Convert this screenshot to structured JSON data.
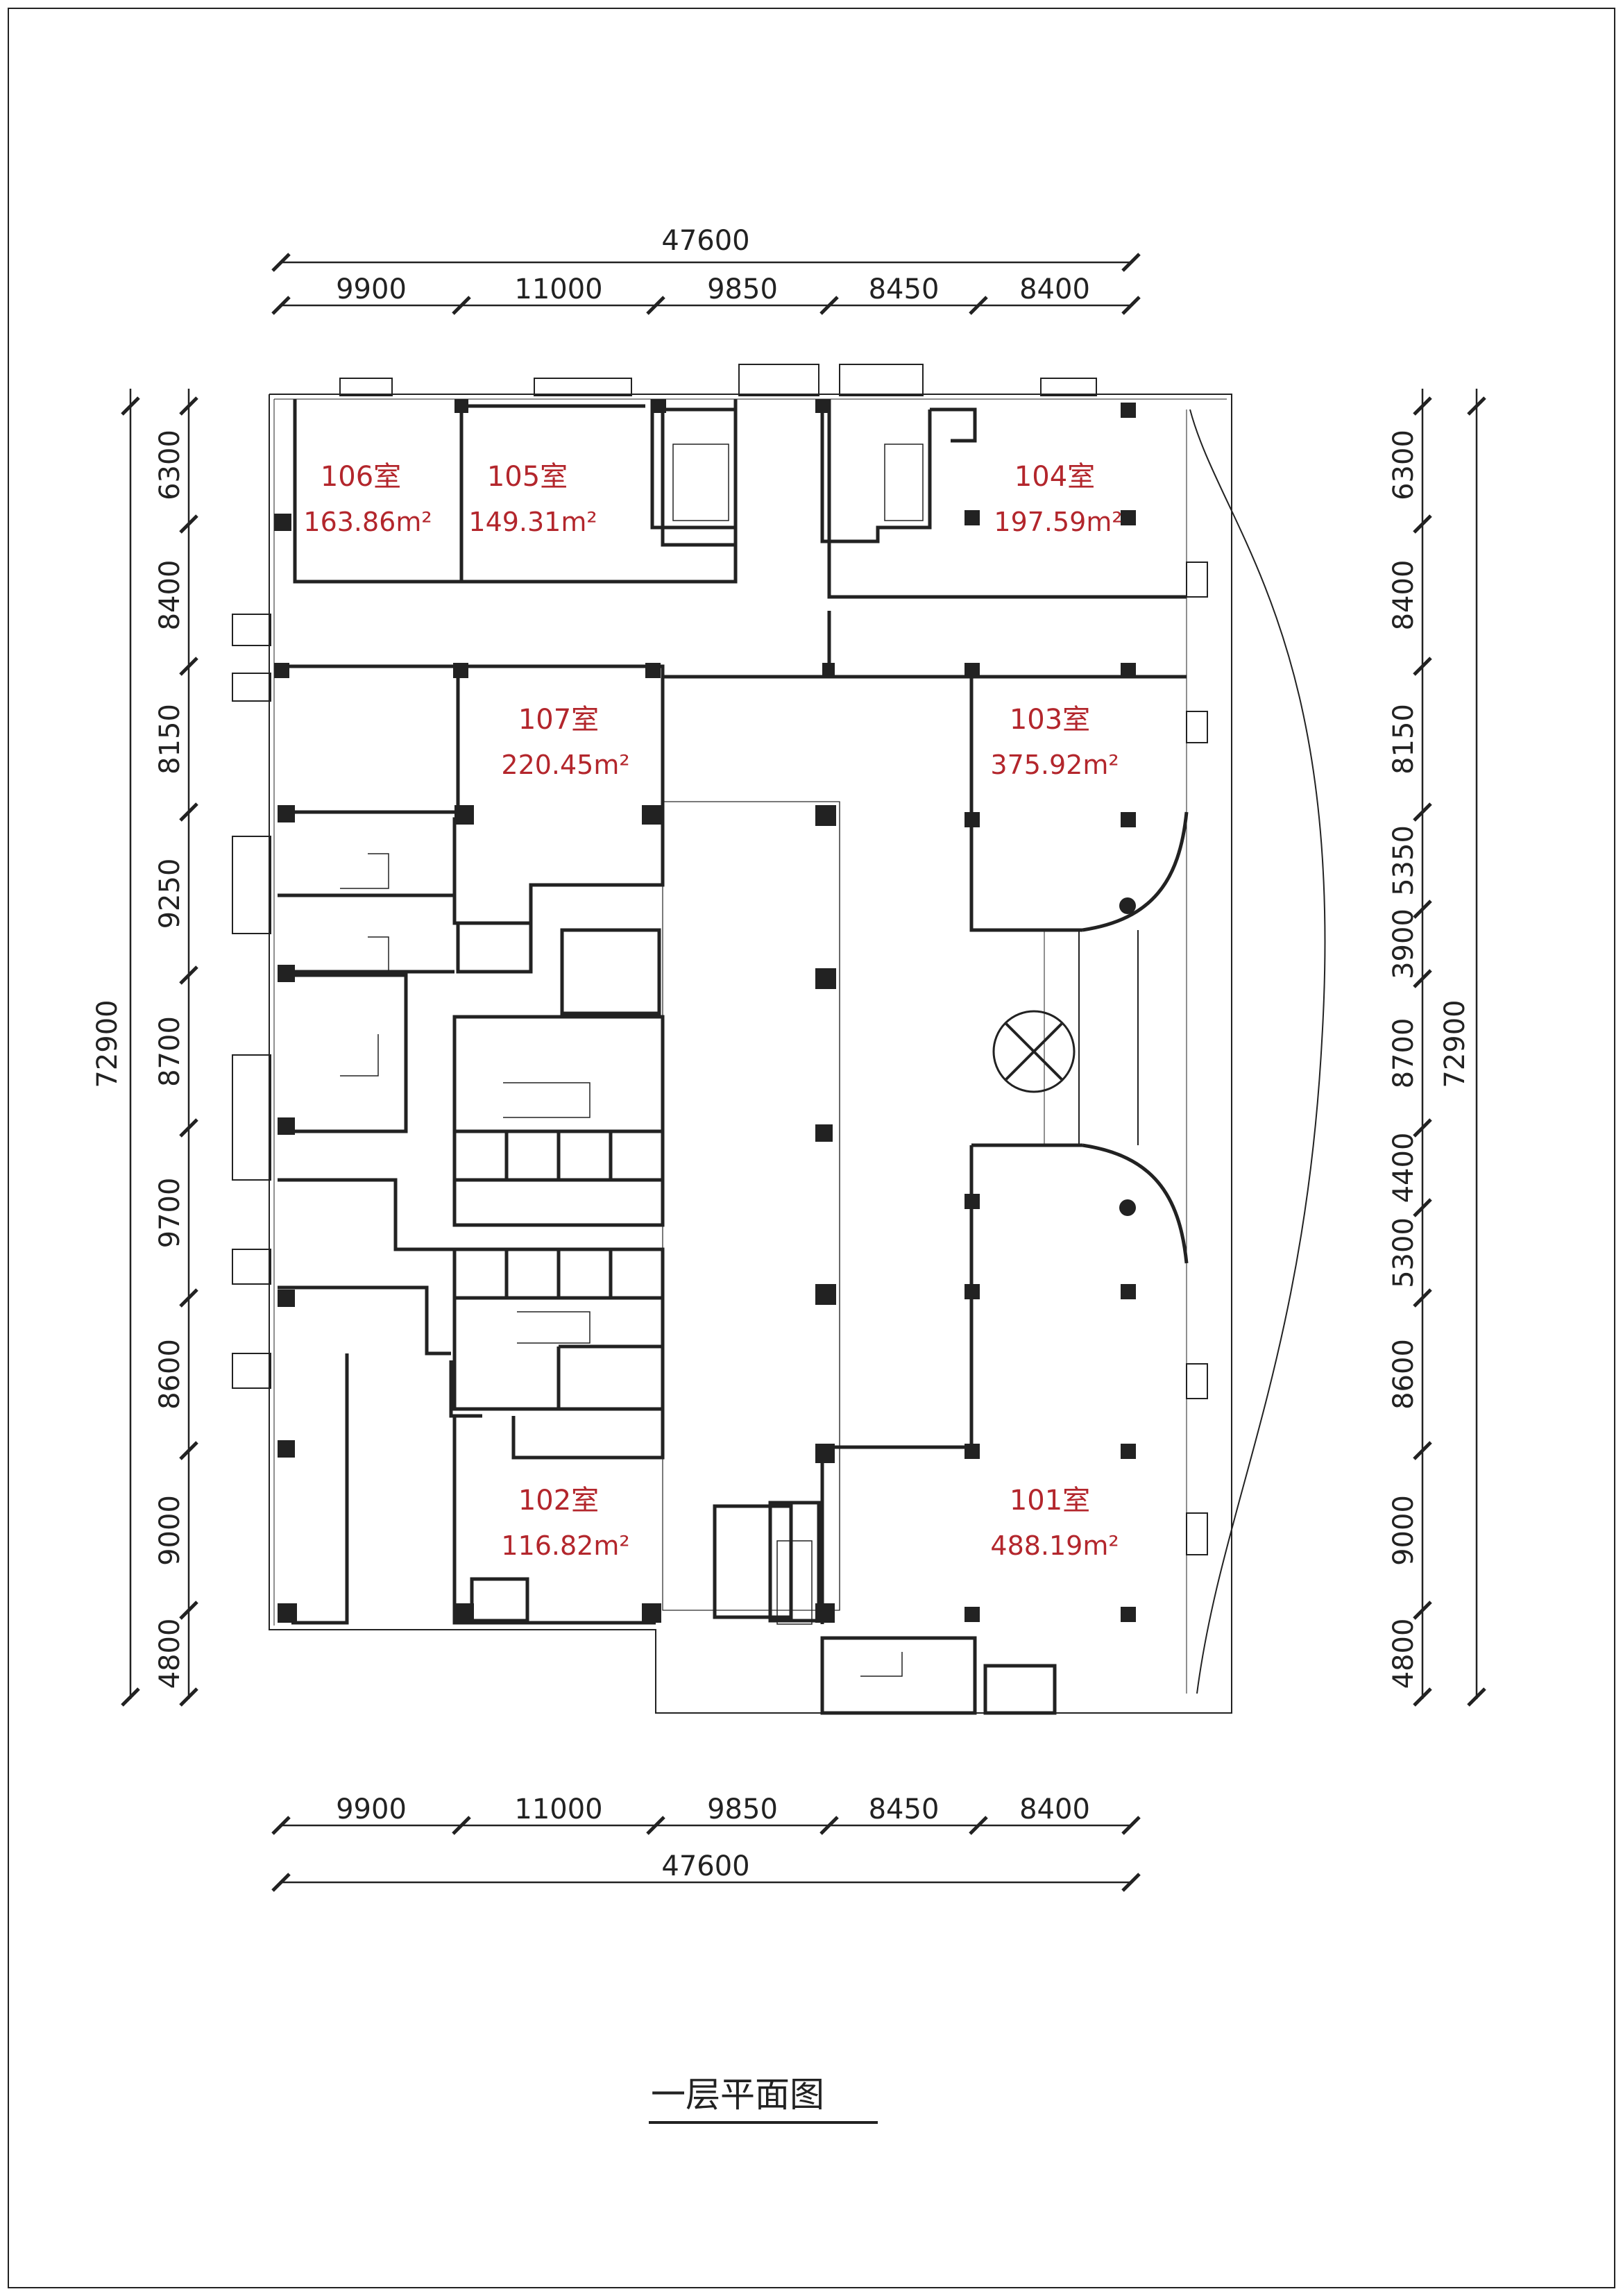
{
  "title": "一层平面图",
  "dimensions": {
    "top_total": "47600",
    "top_segments": [
      "9900",
      "11000",
      "9850",
      "8450",
      "8400"
    ],
    "bottom_total": "47600",
    "bottom_segments": [
      "9900",
      "11000",
      "9850",
      "8450",
      "8400"
    ],
    "left_total": "72900",
    "left_segments": [
      "6300",
      "8400",
      "8150",
      "9250",
      "8700",
      "9700",
      "8600",
      "9000",
      "4800"
    ],
    "right_total": "72900",
    "right_segments": [
      "6300",
      "8400",
      "8150",
      "5350",
      "3900",
      "8700",
      "4400",
      "5300",
      "8600",
      "9000",
      "4800"
    ]
  },
  "rooms": [
    {
      "name": "106室",
      "area": "163.86m²"
    },
    {
      "name": "105室",
      "area": "149.31m²"
    },
    {
      "name": "104室",
      "area": "197.59m²"
    },
    {
      "name": "107室",
      "area": "220.45m²"
    },
    {
      "name": "103室",
      "area": "375.92m²"
    },
    {
      "name": "102室",
      "area": "116.82m²"
    },
    {
      "name": "101室",
      "area": "488.19m²"
    }
  ],
  "colors": {
    "line": "#222222",
    "room_label": "#b3262c"
  }
}
